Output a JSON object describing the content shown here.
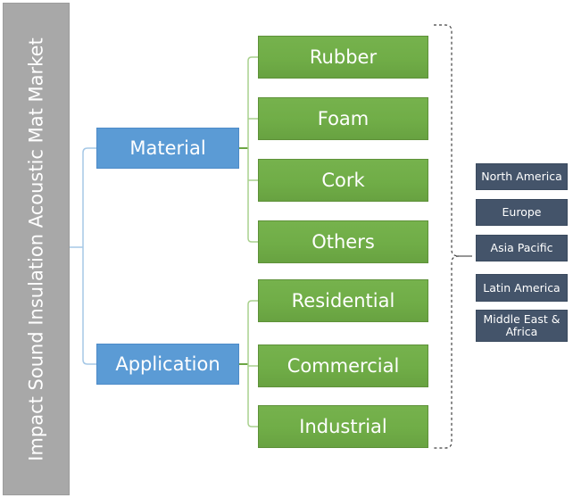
{
  "title": "Impact Sound Insulation Acoustic Mat Market",
  "categories": [
    {
      "label": "Material",
      "segments": [
        "Rubber",
        "Foam",
        "Cork",
        "Others"
      ]
    },
    {
      "label": "Application",
      "segments": [
        "Residential",
        "Commercial",
        "Industrial"
      ]
    }
  ],
  "regions": [
    "North America",
    "Europe",
    "Asia Pacific",
    "Latin America",
    "Middle East & Africa"
  ],
  "colors": {
    "title_bar": "#A8A8A8",
    "category": "#5B9BD5",
    "segment": "#70AD47",
    "region": "#44546A",
    "connector_blue": "#A5C8E6",
    "connector_green_light": "#A9D18E",
    "connector_green": "#6CA644",
    "bracket": "#404040"
  }
}
